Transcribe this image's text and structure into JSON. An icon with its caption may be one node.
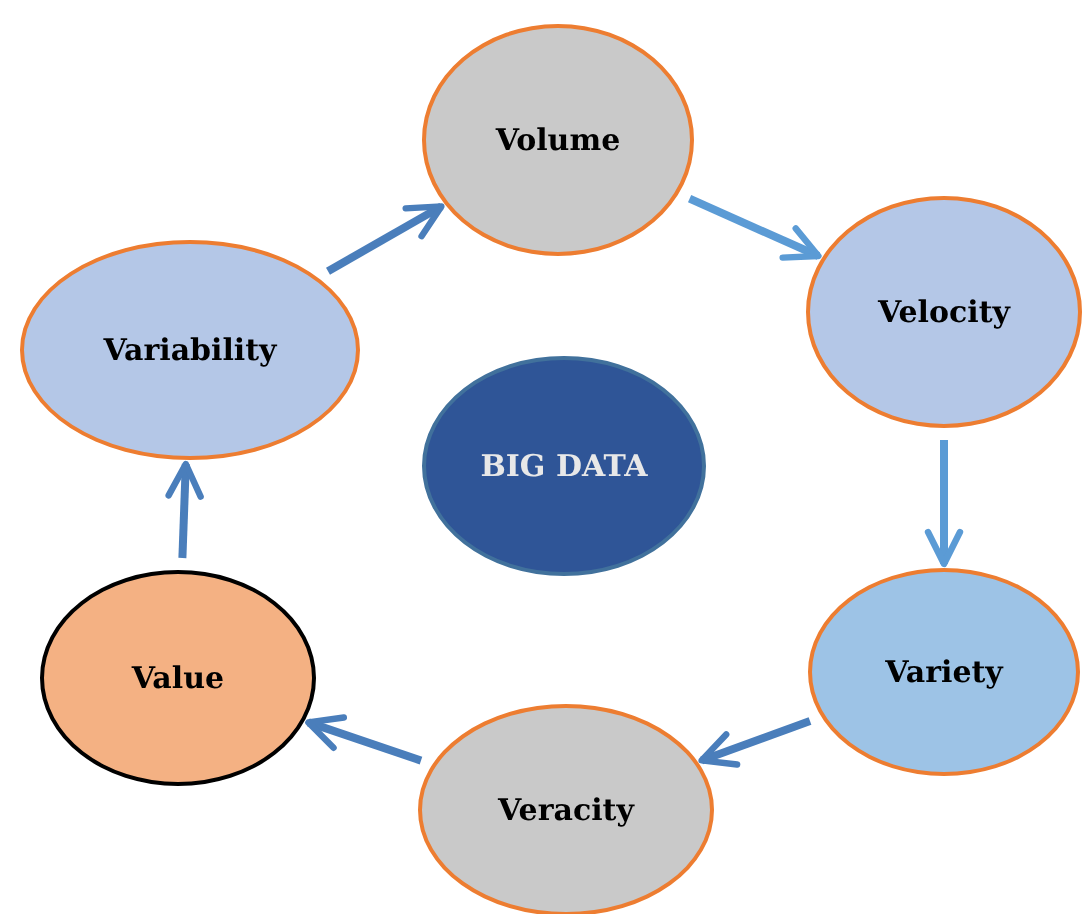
{
  "diagram": {
    "nodes": [
      {
        "text": [
          "Volume"
        ]
      },
      {
        "text": [
          "Velocity"
        ]
      },
      {
        "text": [
          "Variety"
        ]
      },
      {
        "text": [
          "Veracity"
        ]
      },
      {
        "text": [
          "Value"
        ]
      },
      {
        "text": [
          "Variability"
        ]
      },
      {
        "text": [
          "BIG DATA"
        ]
      }
    ],
    "edges": [
      {
        "from": 5,
        "to": 0,
        "arrow": "to"
      },
      {
        "from": 0,
        "to": 1,
        "arrow": "to",
        "color": "#5b9bd5"
      },
      {
        "from": 1,
        "to": 2,
        "arrow": "to",
        "color": "#5b9bd5"
      },
      {
        "from": 2,
        "to": 3,
        "arrow": "to"
      },
      {
        "from": 3,
        "to": 4,
        "arrow": "to"
      },
      {
        "from": 4,
        "to": 5,
        "arrow": "to"
      }
    ]
  }
}
